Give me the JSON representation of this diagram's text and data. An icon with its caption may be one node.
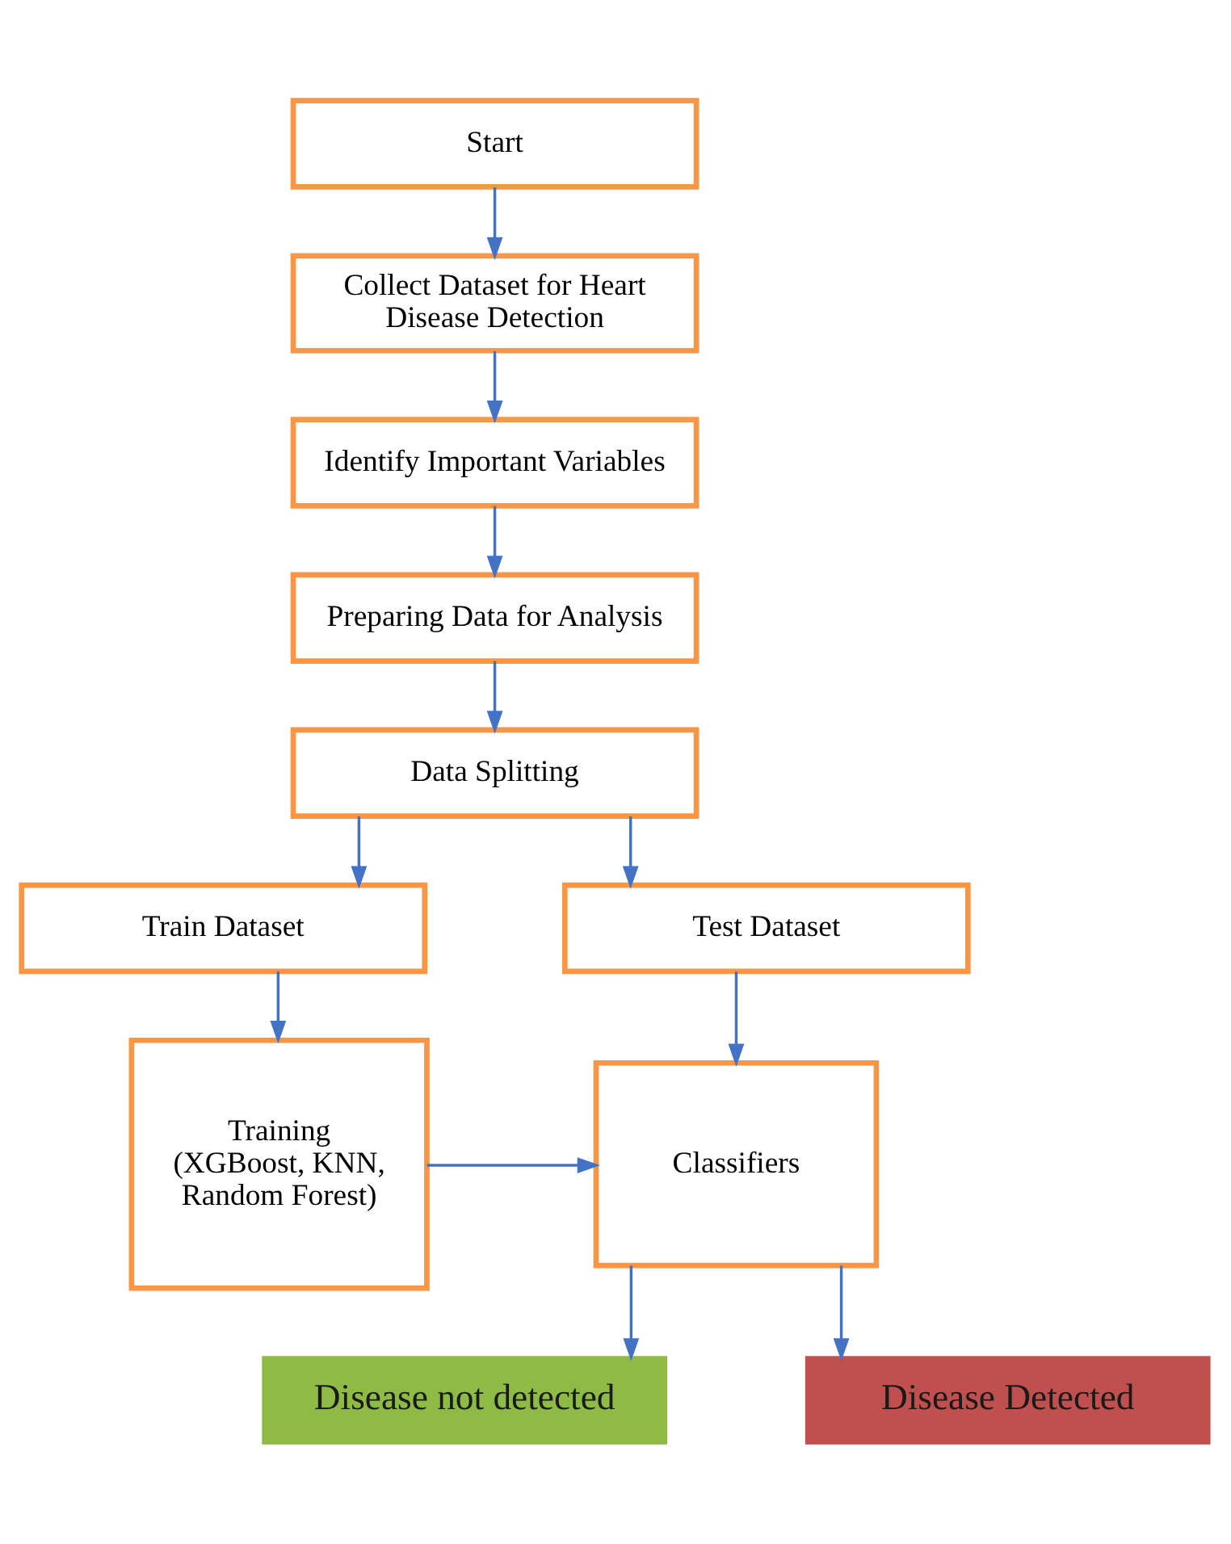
{
  "diagram": {
    "nodes": [
      {
        "text": [
          "Start"
        ]
      },
      {
        "text": [
          "Collect Dataset for Heart Disease Detection"
        ]
      },
      {
        "text": [
          "Identify Important Variables"
        ]
      },
      {
        "text": [
          "Preparing Data for Analysis"
        ]
      },
      {
        "text": [
          "Data Splitting"
        ]
      },
      {
        "text": [
          "Train Dataset"
        ]
      },
      {
        "text": [
          "Test Dataset"
        ]
      },
      {
        "text": [
          "Training (XGBoost, KNN, Random Forest)"
        ]
      },
      {
        "text": [
          "Classifiers"
        ]
      },
      {
        "text": [
          "Disease not detected"
        ]
      },
      {
        "text": [
          "Disease Detected"
        ]
      }
    ],
    "edges": [
      {
        "from": 0,
        "to": 1,
        "arrow": "to"
      },
      {
        "from": 1,
        "to": 2,
        "arrow": "to"
      },
      {
        "from": 2,
        "to": 3,
        "arrow": "to"
      },
      {
        "from": 3,
        "to": 4,
        "arrow": "to"
      },
      {
        "from": 4,
        "to": 5,
        "arrow": "to"
      },
      {
        "from": 4,
        "to": 6,
        "arrow": "to"
      },
      {
        "from": 5,
        "to": 7,
        "arrow": "to"
      },
      {
        "from": 6,
        "to": 8,
        "arrow": "to"
      },
      {
        "from": 7,
        "to": 8,
        "arrow": "to"
      },
      {
        "from": 8,
        "to": 9,
        "arrow": "to"
      },
      {
        "from": 8,
        "to": 10,
        "arrow": "to"
      }
    ]
  }
}
